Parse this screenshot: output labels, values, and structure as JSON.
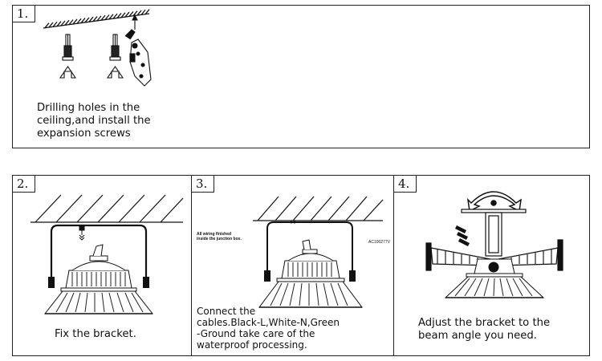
{
  "steps": [
    {
      "number": "1.",
      "caption_lines": [
        "Drilling holes in the",
        "ceiling,and install the",
        "expansion screws"
      ]
    },
    {
      "number": "2.",
      "caption_lines": [
        "Fix the bracket."
      ]
    },
    {
      "number": "3.",
      "caption_lines": [
        "Connect the",
        "cables.Black-L,White-N,Green",
        "-Ground take care of the",
        "waterproof processing."
      ],
      "note_lines": [
        "All wiring finished",
        "inside the junction box."
      ],
      "model_code": "AC100277V"
    },
    {
      "number": "4.",
      "caption_lines": [
        "Adjust the bracket to the",
        "beam angle you need."
      ]
    }
  ]
}
